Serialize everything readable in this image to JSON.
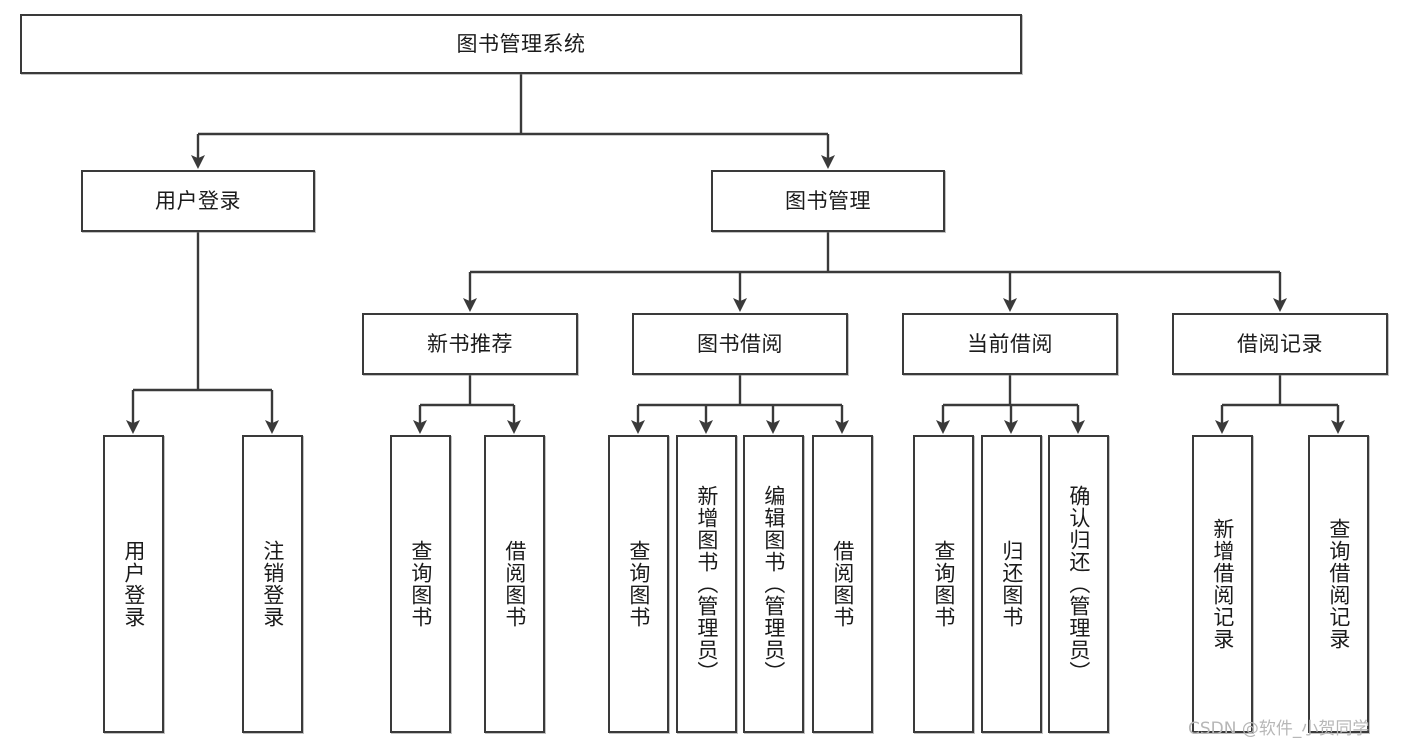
{
  "diagram": {
    "title": "图书管理系统",
    "type": "hierarchy-tree",
    "watermark": "CSDN @软件_小贺同学",
    "colors": {
      "stroke": "#3a3a3a",
      "fill": "#ffffff",
      "text": "#1b1b1b",
      "watermark": "#b7b7b7"
    },
    "nodes": {
      "root": {
        "label": "图书管理系统",
        "level": 1,
        "orientation": "horizontal"
      },
      "l2": [
        {
          "label": "用户登录",
          "level": 2,
          "orientation": "horizontal"
        },
        {
          "label": "图书管理",
          "level": 2,
          "orientation": "horizontal"
        }
      ],
      "l3": [
        {
          "label": "新书推荐",
          "level": 3,
          "orientation": "horizontal"
        },
        {
          "label": "图书借阅",
          "level": 3,
          "orientation": "horizontal"
        },
        {
          "label": "当前借阅",
          "level": 3,
          "orientation": "horizontal"
        },
        {
          "label": "借阅记录",
          "level": 3,
          "orientation": "horizontal"
        }
      ],
      "leaves": [
        {
          "label": "用户登录",
          "parent": "用户登录",
          "orientation": "vertical"
        },
        {
          "label": "注销登录",
          "parent": "用户登录",
          "orientation": "vertical"
        },
        {
          "label": "查询图书",
          "parent": "新书推荐",
          "orientation": "vertical"
        },
        {
          "label": "借阅图书",
          "parent": "新书推荐",
          "orientation": "vertical"
        },
        {
          "label": "查询图书",
          "parent": "图书借阅",
          "orientation": "vertical"
        },
        {
          "label": "新增图书（管理员）",
          "parent": "图书借阅",
          "orientation": "vertical"
        },
        {
          "label": "编辑图书（管理员）",
          "parent": "图书借阅",
          "orientation": "vertical"
        },
        {
          "label": "借阅图书",
          "parent": "图书借阅",
          "orientation": "vertical"
        },
        {
          "label": "查询图书",
          "parent": "当前借阅",
          "orientation": "vertical"
        },
        {
          "label": "归还图书",
          "parent": "当前借阅",
          "orientation": "vertical"
        },
        {
          "label": "确认归还（管理员）",
          "parent": "当前借阅",
          "orientation": "vertical"
        },
        {
          "label": "新增借阅记录",
          "parent": "借阅记录",
          "orientation": "vertical"
        },
        {
          "label": "查询借阅记录",
          "parent": "借阅记录",
          "orientation": "vertical"
        }
      ]
    }
  }
}
